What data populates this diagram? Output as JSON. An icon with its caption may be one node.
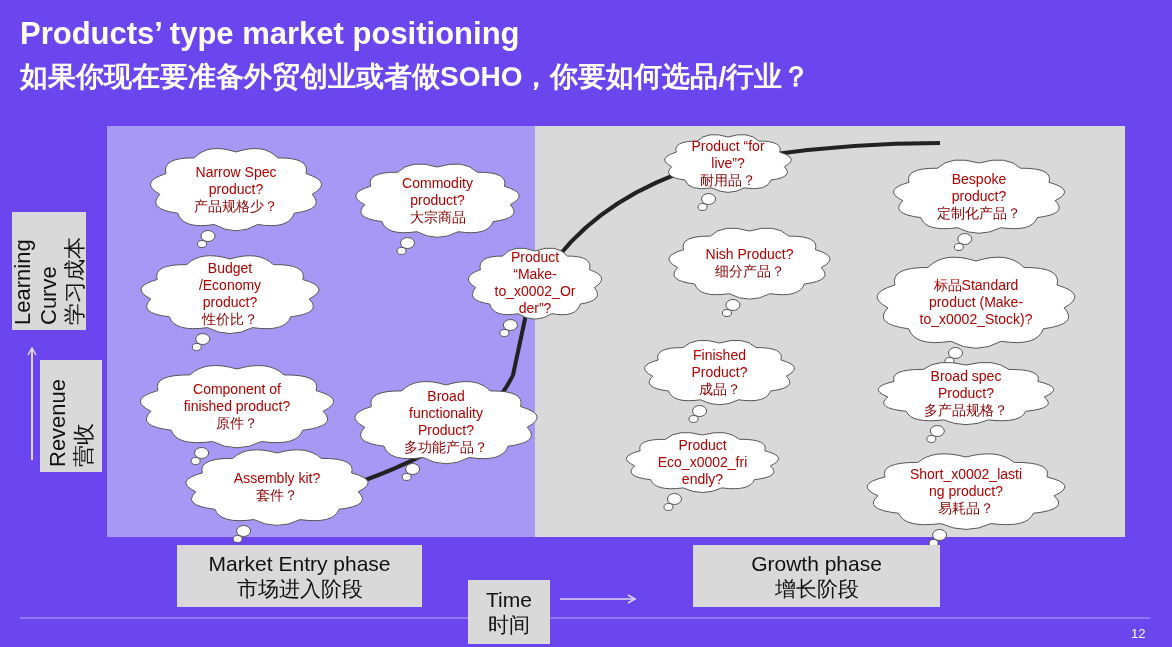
{
  "diagram": {
    "title": "Products’ type market positioning",
    "nodes": [
      {
        "text": [
          "Narrow Spec product?",
          "产品规格少？"
        ]
      },
      {
        "text": [
          "Commodity product?",
          "大宗商品"
        ]
      },
      {
        "text": [
          "Budget /Economy product?",
          "性价比？"
        ]
      },
      {
        "text": [
          "Component of finished product?",
          "原件？"
        ]
      },
      {
        "text": [
          "Assembly kit?",
          "套件？"
        ]
      },
      {
        "text": [
          "Broad functionality Product?",
          "多功能产品？"
        ]
      },
      {
        "text": [
          "Product “Make-to_x0002_Order”?"
        ]
      },
      {
        "text": [
          "Product “for live”?",
          "耐用品？"
        ]
      },
      {
        "text": [
          "Nish Product?",
          "细分产品？"
        ]
      },
      {
        "text": [
          "Finished Product?",
          "成品？"
        ]
      },
      {
        "text": [
          "Product Eco_x0002_friendly?"
        ]
      },
      {
        "text": [
          "Bespoke product?",
          "定制化产品？"
        ]
      },
      {
        "text": [
          "标品Standard product (Make-to_x0002_Stock)?"
        ]
      },
      {
        "text": [
          "Broad spec Product?",
          "多产品规格？"
        ]
      },
      {
        "text": [
          "Short_x0002_lasting product?",
          "易耗品？"
        ]
      },
      {
        "text": [
          "Learning Curve",
          "学习成本"
        ]
      },
      {
        "text": [
          "Revenue",
          "营收"
        ]
      },
      {
        "text": [
          "Market Entry phase",
          "市场进入阶段"
        ]
      },
      {
        "text": [
          "Growth phase",
          "增长阶段"
        ]
      },
      {
        "text": [
          "Time",
          "时间"
        ]
      }
    ],
    "labels": [
      "如果你现在要准备外贸创业或者做SOHO，你要如何选品/行业？",
      "12"
    ]
  }
}
